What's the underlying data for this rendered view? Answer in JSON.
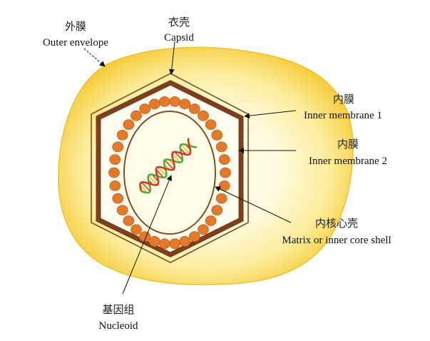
{
  "labels": {
    "outer_envelope": {
      "cn": "外膜",
      "en": "Outer envelope"
    },
    "capsid": {
      "cn": "衣壳",
      "en": "Capsid"
    },
    "inner_membrane_1": {
      "cn": "内膜",
      "en": "Inner membrane 1"
    },
    "inner_membrane_2": {
      "cn": "内膜",
      "en": "Inner membrane 2"
    },
    "core_shell": {
      "cn": "内核心壳",
      "en": "Matrix or inner core shell"
    },
    "nucleoid": {
      "cn": "基因组",
      "en": "Nucleoid"
    }
  },
  "colors": {
    "envelope_outer": "#f6cd3c",
    "envelope_inner": "#fffbe0",
    "capsid_line": "#8a4a22",
    "membrane": "#7b3f1c",
    "core_beads": "#e27a2c",
    "nucleoid_bg": "#fffde8",
    "dna_green": "#4cae3d",
    "dna_red": "#d83a1e",
    "dna_yellow": "#f0c020"
  }
}
